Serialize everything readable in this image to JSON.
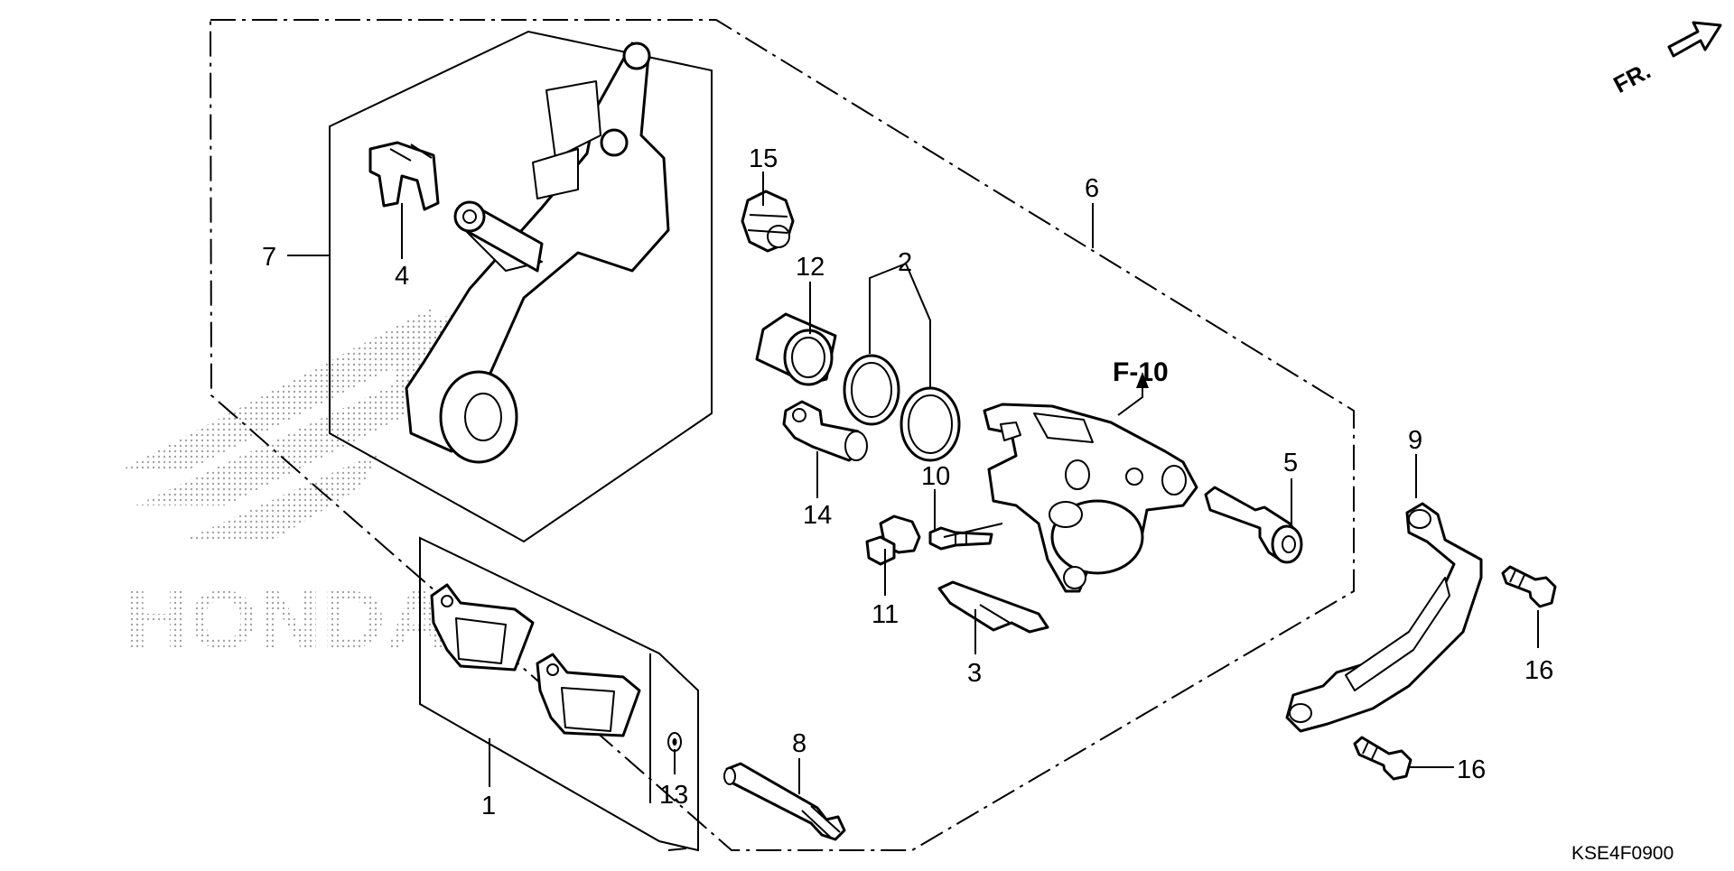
{
  "diagram": {
    "direction_label": "FR.",
    "reference_label": "F-10",
    "diagram_code": "KSE4F0900",
    "watermark_text": "HONDA",
    "callouts": [
      {
        "id": "1",
        "label": "1"
      },
      {
        "id": "2",
        "label": "2"
      },
      {
        "id": "3",
        "label": "3"
      },
      {
        "id": "4",
        "label": "4"
      },
      {
        "id": "5",
        "label": "5"
      },
      {
        "id": "6",
        "label": "6"
      },
      {
        "id": "7",
        "label": "7"
      },
      {
        "id": "8",
        "label": "8"
      },
      {
        "id": "9",
        "label": "9"
      },
      {
        "id": "10",
        "label": "10"
      },
      {
        "id": "11",
        "label": "11"
      },
      {
        "id": "12",
        "label": "12"
      },
      {
        "id": "13",
        "label": "13"
      },
      {
        "id": "14",
        "label": "14"
      },
      {
        "id": "15",
        "label": "15"
      },
      {
        "id": "16a",
        "label": "16"
      },
      {
        "id": "16b",
        "label": "16"
      }
    ]
  }
}
